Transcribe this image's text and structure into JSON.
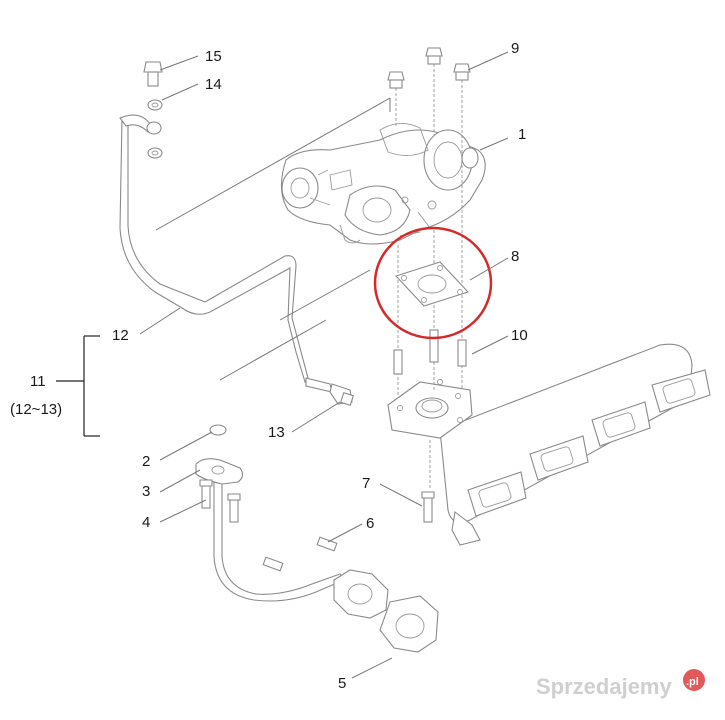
{
  "callouts": {
    "c1": "1",
    "c2": "2",
    "c3": "3",
    "c4": "4",
    "c5": "5",
    "c6": "6",
    "c7": "7",
    "c8": "8",
    "c9": "9",
    "c10": "10",
    "c11": "11",
    "c11_range": "(12~13)",
    "c12": "12",
    "c13": "13",
    "c14": "14",
    "c15": "15"
  },
  "watermark": {
    "text": "Sprzedajemy",
    "suffix": ".pl"
  },
  "colors": {
    "highlight_circle": "#d42a2a",
    "watermark_badge": "#e05a5a"
  }
}
